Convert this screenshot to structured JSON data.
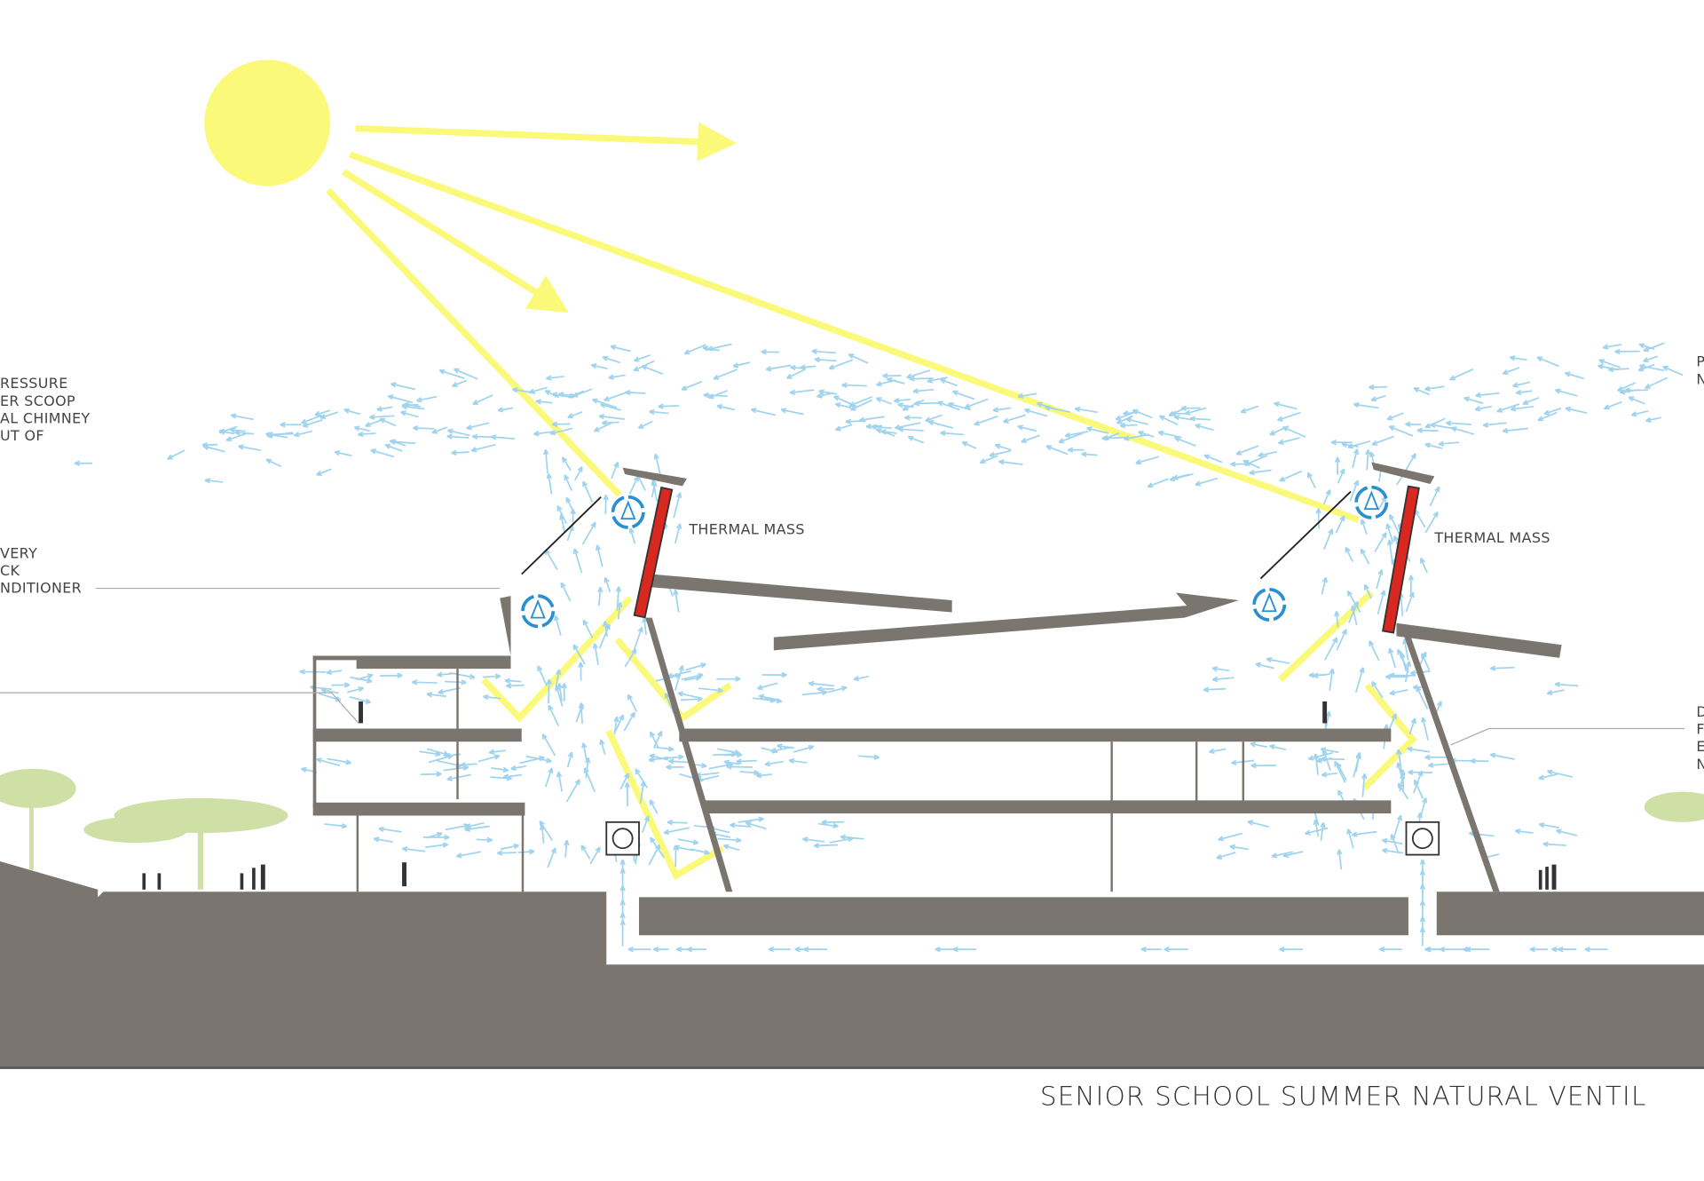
{
  "title": "SENIOR SCHOOL SUMMER NATURAL VENTIL",
  "labels": {
    "left_top": [
      "RESSURE",
      "ER SCOOP",
      "AL CHIMNEY",
      "UT OF"
    ],
    "left_mid": [
      "VERY",
      "CK",
      "NDITIONER"
    ],
    "right_top": [
      "P",
      "N"
    ],
    "right_bottom": [
      "D",
      "F",
      "E",
      "N"
    ],
    "thermal_mass_1": "THERMAL MASS",
    "thermal_mass_2": "THERMAL MASS"
  },
  "colors": {
    "ground": "#7a756e",
    "sun": "#fbf97a",
    "air": "#9fd3ee",
    "thermal": "#d8281f",
    "tree": "#cfe0a6",
    "icon": "#2a8fd0"
  }
}
